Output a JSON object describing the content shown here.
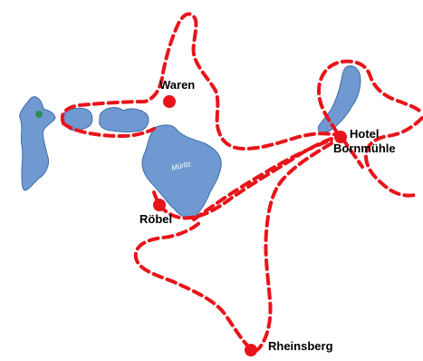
{
  "map": {
    "lake_label": "Müritz",
    "places": {
      "waren": "Waren",
      "robel": "Röbel",
      "hotel_line1": "Hotel",
      "hotel_line2": "Bornmühle",
      "rheinsberg": "Rheinsberg"
    }
  },
  "colors": {
    "route": "#e8141b",
    "marker": "#e8141b",
    "water": "#6f99d0",
    "water_stroke": "#3f6fa8",
    "text": "#000000",
    "small_marker": "#2e8b57"
  }
}
